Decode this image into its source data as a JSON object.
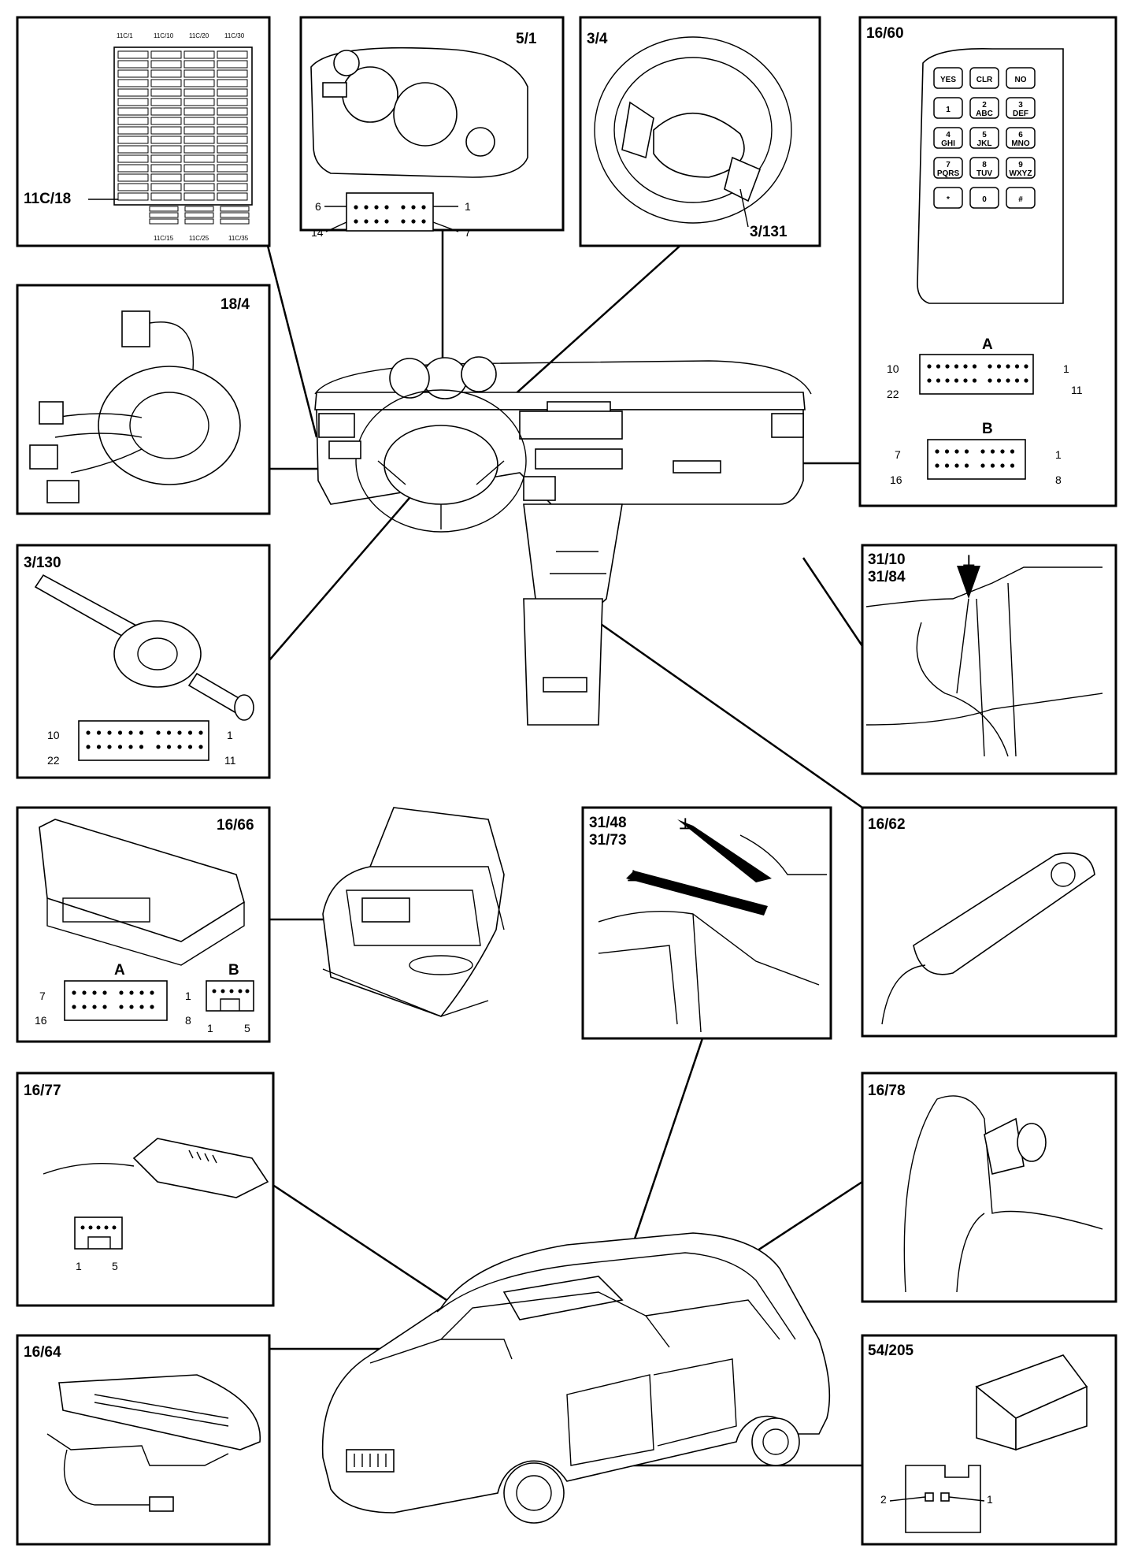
{
  "panels": {
    "fusebox": {
      "label": "11C/18",
      "fuse_top": [
        "11C/1",
        "11C/10",
        "11C/20",
        "11C/30"
      ],
      "fuse_bottom": [
        "11C/15",
        "11C/25",
        "11C/35"
      ]
    },
    "cluster": {
      "label": "5/1",
      "pins": {
        "top_left": "6",
        "top_right": "1",
        "bottom_left": "14",
        "bottom_right": "7"
      }
    },
    "wheel": {
      "label": "3/4",
      "sub_label": "3/131"
    },
    "phone_keypad": {
      "label": "16/60",
      "keys": [
        "YES",
        "CLR",
        "NO",
        "1",
        "2\nABC",
        "3\nDEF",
        "4\nGHI",
        "5\nJKL",
        "6\nMNO",
        "7\nPQRS",
        "8\nTUV",
        "9\nWXYZ",
        "*",
        "0",
        "#"
      ],
      "connector_a": {
        "name": "A",
        "pins": {
          "top_left": "10",
          "top_right": "1",
          "bottom_left": "22",
          "bottom_right": "11"
        }
      },
      "connector_b": {
        "name": "B",
        "pins": {
          "top_left": "7",
          "top_right": "1",
          "bottom_left": "16",
          "bottom_right": "8"
        }
      }
    },
    "clockspring": {
      "label": "18/4"
    },
    "steering_switch": {
      "label": "3/130",
      "pins": {
        "top_left": "10",
        "top_right": "1",
        "bottom_left": "22",
        "bottom_right": "11"
      }
    },
    "ground_a": {
      "label_1": "31/10",
      "label_2": "31/84"
    },
    "trunk_module": {
      "label": "16/66",
      "connector_a": {
        "name": "A",
        "pins": {
          "top_left": "7",
          "top_right": "1",
          "bottom_left": "16",
          "bottom_right": "8"
        }
      },
      "connector_b": {
        "name": "B",
        "pins": {
          "left": "1",
          "right": "5"
        }
      }
    },
    "ground_b": {
      "label_1": "31/48",
      "label_2": "31/73"
    },
    "handset": {
      "label": "16/62"
    },
    "microphone": {
      "label": "16/77",
      "pins": {
        "left": "1",
        "right": "5"
      }
    },
    "headrest_speaker": {
      "label": "16/78"
    },
    "roof_console": {
      "label": "16/64"
    },
    "connector_54": {
      "label": "54/205",
      "pins": {
        "left": "2",
        "right": "1"
      }
    }
  }
}
